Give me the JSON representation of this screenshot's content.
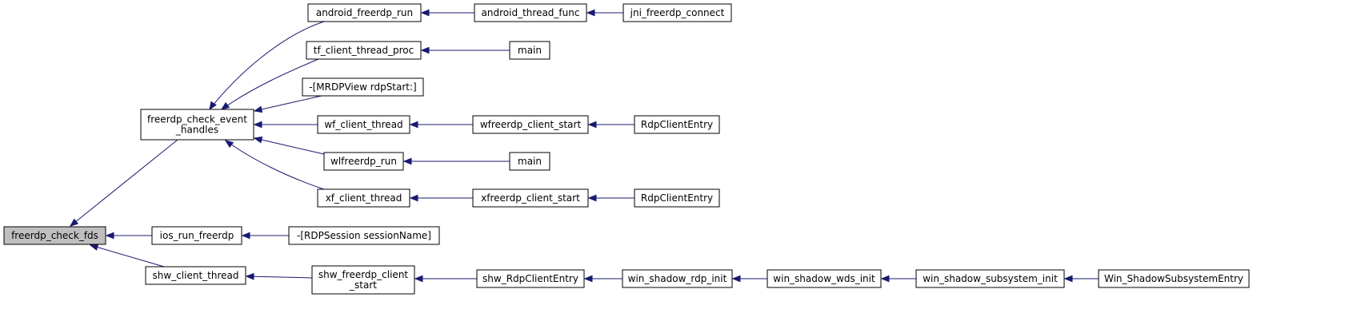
{
  "graph": {
    "nodes": [
      {
        "id": "freerdp_check_fds",
        "lines": [
          "freerdp_check_fds"
        ],
        "highlight": true
      },
      {
        "id": "freerdp_check_event_handles",
        "lines": [
          "freerdp_check_event",
          "_handles"
        ]
      },
      {
        "id": "ios_run_freerdp",
        "lines": [
          "ios_run_freerdp"
        ]
      },
      {
        "id": "shw_client_thread",
        "lines": [
          "shw_client_thread"
        ]
      },
      {
        "id": "android_freerdp_run",
        "lines": [
          "android_freerdp_run"
        ]
      },
      {
        "id": "tf_client_thread_proc",
        "lines": [
          "tf_client_thread_proc"
        ]
      },
      {
        "id": "mrdpview_rdpstart",
        "lines": [
          "-[MRDPView rdpStart:]"
        ]
      },
      {
        "id": "wf_client_thread",
        "lines": [
          "wf_client_thread"
        ]
      },
      {
        "id": "wlfreerdp_run",
        "lines": [
          "wlfreerdp_run"
        ]
      },
      {
        "id": "xf_client_thread",
        "lines": [
          "xf_client_thread"
        ]
      },
      {
        "id": "rdpsession_sessionname",
        "lines": [
          "-[RDPSession sessionName]"
        ]
      },
      {
        "id": "shw_freerdp_client_start",
        "lines": [
          "shw_freerdp_client",
          "_start"
        ]
      },
      {
        "id": "android_thread_func",
        "lines": [
          "android_thread_func"
        ]
      },
      {
        "id": "main_tf",
        "lines": [
          "main"
        ]
      },
      {
        "id": "wfreerdp_client_start",
        "lines": [
          "wfreerdp_client_start"
        ]
      },
      {
        "id": "main_wl",
        "lines": [
          "main"
        ]
      },
      {
        "id": "xfreerdp_client_start",
        "lines": [
          "xfreerdp_client_start"
        ]
      },
      {
        "id": "shw_rdpcliententry",
        "lines": [
          "shw_RdpClientEntry"
        ]
      },
      {
        "id": "jni_freerdp_connect",
        "lines": [
          "jni_freerdp_connect"
        ]
      },
      {
        "id": "rdpcliententry_wf",
        "lines": [
          "RdpClientEntry"
        ]
      },
      {
        "id": "rdpcliententry_xf",
        "lines": [
          "RdpClientEntry"
        ]
      },
      {
        "id": "win_shadow_rdp_init",
        "lines": [
          "win_shadow_rdp_init"
        ]
      },
      {
        "id": "win_shadow_wds_init",
        "lines": [
          "win_shadow_wds_init"
        ]
      },
      {
        "id": "win_shadow_subsystem_init",
        "lines": [
          "win_shadow_subsystem_init"
        ]
      },
      {
        "id": "win_shadowsubsystementry",
        "lines": [
          "Win_ShadowSubsystemEntry"
        ]
      }
    ],
    "edges": [
      {
        "from": "freerdp_check_event_handles",
        "to": "freerdp_check_fds"
      },
      {
        "from": "ios_run_freerdp",
        "to": "freerdp_check_fds"
      },
      {
        "from": "shw_client_thread",
        "to": "freerdp_check_fds"
      },
      {
        "from": "android_freerdp_run",
        "to": "freerdp_check_event_handles"
      },
      {
        "from": "tf_client_thread_proc",
        "to": "freerdp_check_event_handles"
      },
      {
        "from": "mrdpview_rdpstart",
        "to": "freerdp_check_event_handles"
      },
      {
        "from": "wf_client_thread",
        "to": "freerdp_check_event_handles"
      },
      {
        "from": "wlfreerdp_run",
        "to": "freerdp_check_event_handles"
      },
      {
        "from": "xf_client_thread",
        "to": "freerdp_check_event_handles"
      },
      {
        "from": "android_thread_func",
        "to": "android_freerdp_run"
      },
      {
        "from": "jni_freerdp_connect",
        "to": "android_thread_func"
      },
      {
        "from": "main_tf",
        "to": "tf_client_thread_proc"
      },
      {
        "from": "wfreerdp_client_start",
        "to": "wf_client_thread"
      },
      {
        "from": "rdpcliententry_wf",
        "to": "wfreerdp_client_start"
      },
      {
        "from": "main_wl",
        "to": "wlfreerdp_run"
      },
      {
        "from": "xfreerdp_client_start",
        "to": "xf_client_thread"
      },
      {
        "from": "rdpcliententry_xf",
        "to": "xfreerdp_client_start"
      },
      {
        "from": "rdpsession_sessionname",
        "to": "ios_run_freerdp"
      },
      {
        "from": "shw_freerdp_client_start",
        "to": "shw_client_thread"
      },
      {
        "from": "shw_rdpcliententry",
        "to": "shw_freerdp_client_start"
      },
      {
        "from": "win_shadow_rdp_init",
        "to": "shw_rdpcliententry"
      },
      {
        "from": "win_shadow_wds_init",
        "to": "win_shadow_rdp_init"
      },
      {
        "from": "win_shadow_subsystem_init",
        "to": "win_shadow_wds_init"
      },
      {
        "from": "win_shadowsubsystementry",
        "to": "win_shadow_subsystem_init"
      }
    ]
  },
  "colors": {
    "edge": "#191970",
    "node_border": "#000000",
    "node_fill": "#ffffff",
    "highlight_fill": "#bfbfbf",
    "text": "#000000"
  }
}
